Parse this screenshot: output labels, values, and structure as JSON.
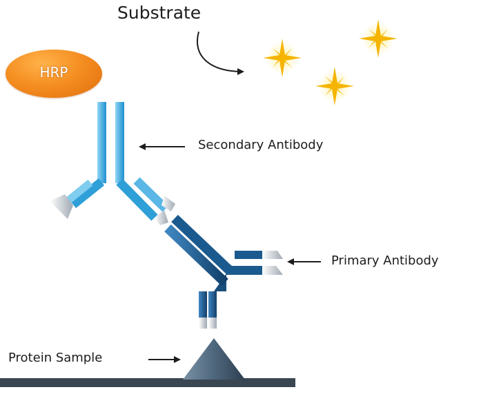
{
  "labels": {
    "substrate": "Substrate",
    "secondary_antibody": "Secondary Antibody",
    "primary_antibody": "Primary Antibody",
    "protein_sample": "Protein Sample",
    "enzyme": "HRP"
  },
  "colors": {
    "enzyme": "#f58f22",
    "secondary_antibody": "#2f9fd8",
    "primary_antibody": "#1b5a8e",
    "antigen": "#3e5567",
    "membrane": "#3a4652",
    "substrate_star": "#f5b400",
    "arrow": "#1c1c1c"
  },
  "icons": [
    "sparkle-star-icon",
    "antibody-icon",
    "antigen-triangle-icon"
  ]
}
